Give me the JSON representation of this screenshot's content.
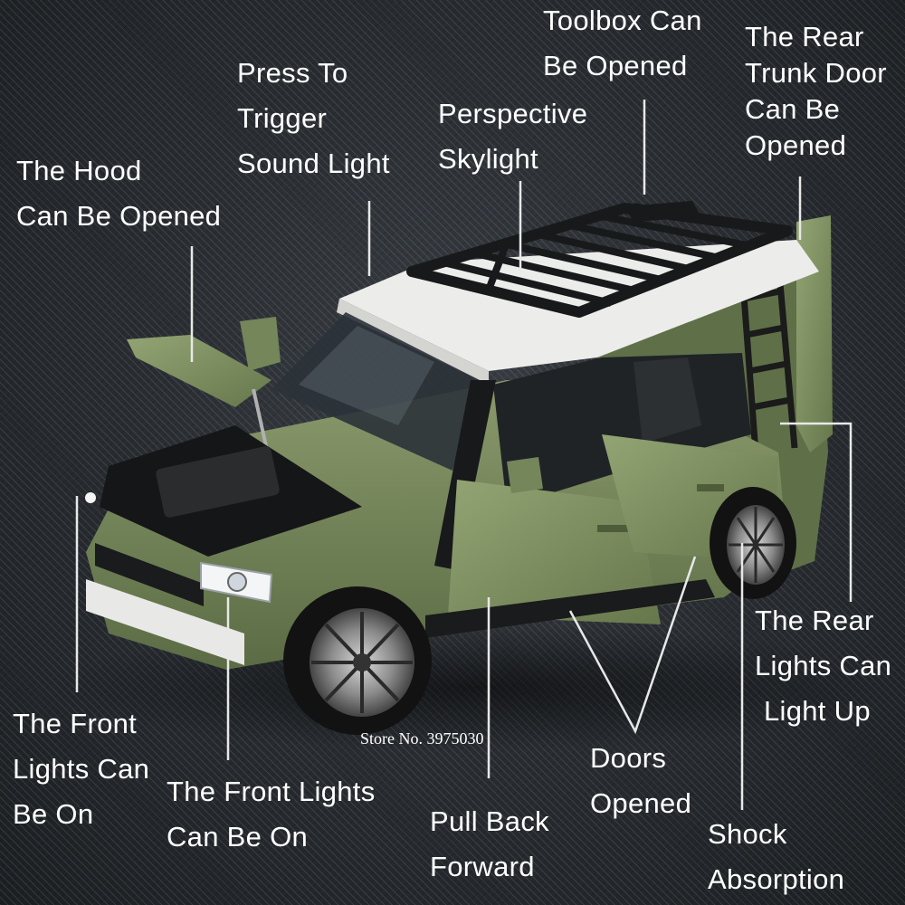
{
  "labels": {
    "toolbox": [
      "Toolbox Can",
      "Be Opened"
    ],
    "rear_trunk": [
      "The Rear",
      "Trunk Door",
      "Can Be",
      "Opened"
    ],
    "press_trigger": [
      "Press To",
      "Trigger",
      "Sound Light"
    ],
    "skylight": [
      "Perspective",
      "Skylight"
    ],
    "hood": [
      "The Hood",
      "Can Be Opened"
    ],
    "rear_lights": [
      "The Rear",
      "Lights Can",
      "Light Up"
    ],
    "front_lights_left": [
      "The Front",
      "Lights Can",
      "Be On"
    ],
    "front_lights_center": [
      "The Front Lights",
      "Can Be On"
    ],
    "doors": [
      "Doors",
      "Opened"
    ],
    "pull_back": [
      "Pull Back",
      "Forward"
    ],
    "shock": [
      "Shock",
      "Absorption"
    ]
  },
  "watermark": "Store No. 3975030",
  "colors": {
    "body_green": "#6f8256",
    "roof_white": "#ececea",
    "rack_black": "#18191a",
    "background": "#2a2e33",
    "text": "#ffffff"
  }
}
